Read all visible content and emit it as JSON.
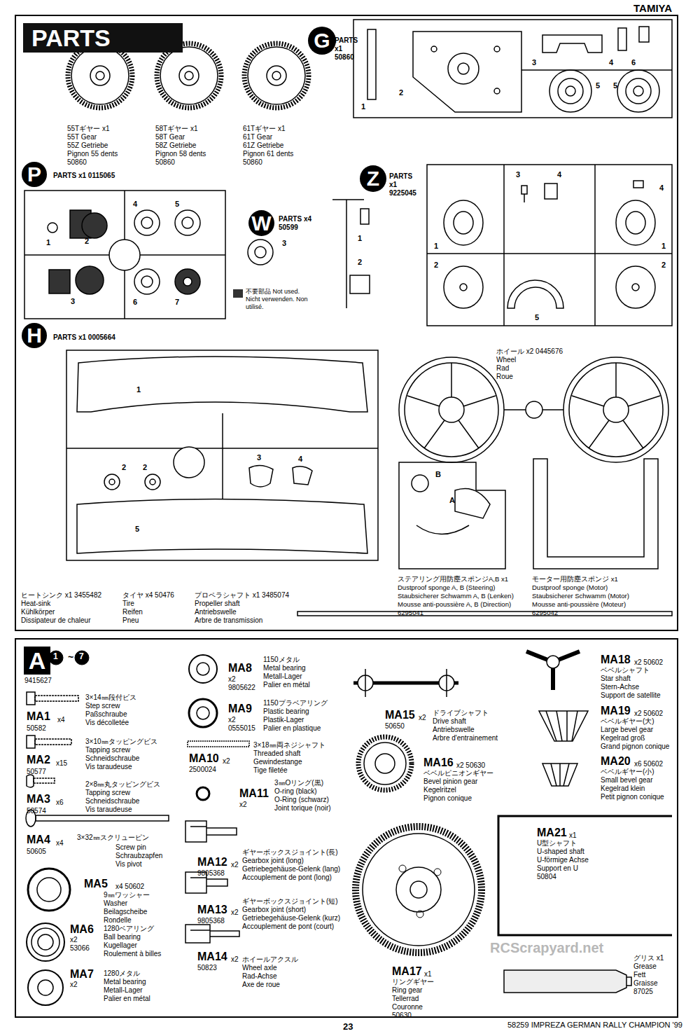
{
  "diagram": {
    "title": "PARTS",
    "nodes": [
      {
        "text": [
          "G"
        ]
      },
      {
        "text": [
          "P"
        ]
      },
      {
        "text": [
          "Z"
        ]
      },
      {
        "text": [
          "W"
        ]
      },
      {
        "text": [
          "H"
        ]
      },
      {
        "text": [
          "A"
        ]
      }
    ],
    "labels": [
      "TAMIYA",
      "55Tギヤー x1",
      "55T Gear",
      "55Z Getriebe",
      "Pignon 55 dents",
      "50860",
      "58Tギヤー x1",
      "58T Gear",
      "58Z Getriebe",
      "Pignon 58 dents",
      "50860",
      "61Tギヤー x1",
      "61T Gear",
      "61Z Getriebe",
      "Pignon 61 dents",
      "50860",
      "PARTS",
      "x1",
      "50860",
      "1",
      "2",
      "3",
      "4",
      "6",
      "5",
      "5",
      "PARTS x1 0115065",
      "1",
      "2",
      "3",
      "4",
      "5",
      "6",
      "7",
      "PARTS",
      "x1",
      "9225045",
      "3",
      "4",
      "4",
      "1",
      "2",
      "1",
      "2",
      "5",
      "PARTS x4",
      "50599",
      "3",
      "1",
      "2",
      "PARTS x1 0005664",
      "1",
      "2",
      "2",
      "3",
      "4",
      "5",
      "ホイール x2 0445676",
      "Wheel",
      "Rad",
      "Roue",
      "B",
      "A",
      "ステアリング用防塵スポンジA,B x1",
      "Dustproof sponge A, B (Steering)",
      "Staubsicherer Schwamm A, B (Lenken)",
      "Mousse anti-poussière A, B (Direction)",
      "6295041",
      "モーター用防塵スポンジ x1",
      "Dustproof sponge (Motor)",
      "Staubsicherer Schwamm (Motor)",
      "Mousse anti-poussière (Moteur)",
      "6295042",
      "ヒートシンク x1 3455482",
      "Heat-sink",
      "Kühlkörper",
      "Dissipateur de chaleur",
      "タイヤ x4 50476",
      "Tire",
      "Reifen",
      "Pneu",
      "プロペラシャフト x1 3485074",
      "Propeller shaft",
      "Antriebswelle",
      "Arbre de transmission",
      "1",
      "~",
      "7",
      "9415627",
      "3×14㎜段付ビス",
      "Step screw",
      "Paßschraube",
      "Vis décolletée",
      "MA1",
      "x4",
      "50582",
      "3×10㎜タッピングビス",
      "Tapping screw",
      "Schneidschraube",
      "Vis taraudeuse",
      "MA2",
      "x15",
      "50577",
      "2×8㎜丸タッピングビス",
      "Tapping screw",
      "Schneidschraube",
      "Vis taraudeuse",
      "MA3",
      "x6",
      "50574",
      "MA4",
      "x4",
      "50605",
      "3×32㎜スクリューピン",
      "Screw pin",
      "Schraubzapfen",
      "Vis pivot",
      "MA5",
      "x4 50602",
      "9㎜ワッシャー",
      "Washer",
      "Beilagscheibe",
      "Rondelle",
      "MA6",
      "x2",
      "53066",
      "1280ベアリング",
      "Ball bearing",
      "Kugellager",
      "Roulement à billes",
      "MA7",
      "x2",
      "1280メタル",
      "Metal bearing",
      "Metall-Lager",
      "Palier en métal",
      "MA8",
      "x2",
      "9805622",
      "1150メタル",
      "Metal bearing",
      "Metall-Lager",
      "Palier en métal",
      "MA9",
      "x2",
      "0555015",
      "1150プラベアリング",
      "Plastic bearing",
      "Plastik-Lager",
      "Palier en plastique",
      "MA10",
      "x2",
      "2500024",
      "3×18㎜両ネジシャフト",
      "Threaded shaft",
      "Gewindestange",
      "Tige filetée",
      "MA11",
      "x2",
      "3㎜Oリング(黒)",
      "O-ring (black)",
      "O-Ring (schwarz)",
      "Joint torique (noir)",
      "MA12",
      "x2",
      "9805368",
      "ギヤーボックスジョイント(長)",
      "Gearbox joint (long)",
      "Getriebegehäuse-Gelenk (lang)",
      "Accouplement de pont (long)",
      "MA13",
      "x2",
      "9805368",
      "ギヤーボックスジョイント(短)",
      "Gearbox joint (short)",
      "Getriebegehäuse-Gelenk (kurz)",
      "Accouplement de pont (court)",
      "MA14",
      "x2",
      "50823",
      "ホイールアクスル",
      "Wheel axle",
      "Rad-Achse",
      "Axe de roue",
      "MA15",
      "x2",
      "50650",
      "ドライブシャフト",
      "Drive shaft",
      "Antriebswelle",
      "Arbre d'entrainement",
      "MA16",
      "x2 50630",
      "ベベルピニオンギヤー",
      "Bevel pinion gear",
      "Kegelritzel",
      "Pignon conique",
      "MA17",
      "x1",
      "リングギヤー",
      "Ring gear",
      "Tellerrad",
      "Couronne",
      "50630",
      "MA18",
      "x2 50602",
      "ベベルシャフト",
      "Star shaft",
      "Stern-Achse",
      "Support de satellite",
      "MA19",
      "x2 50602",
      "ベベルギヤー(大)",
      "Large bevel gear",
      "Kegelrad groß",
      "Grand pignon conique",
      "MA20",
      "x6 50602",
      "ベベルギヤー(小)",
      "Small bevel gear",
      "Kegelrad klein",
      "Petit pignon conique",
      "MA21",
      "x1",
      "U型シャフト",
      "U-shaped shaft",
      "U-förmige Achse",
      "Support en U",
      "50804",
      "グリス x1",
      "Grease",
      "Fett",
      "Graisse",
      "87025",
      "RCScrapyard.net",
      "23",
      "58259 IMPREZA GERMAN RALLY CHAMPION '99"
    ],
    "legend": [
      {
        "text": "不要部品 Not used. Nicht verwenden. Non utilisé.",
        "color": "#333333"
      }
    ]
  }
}
